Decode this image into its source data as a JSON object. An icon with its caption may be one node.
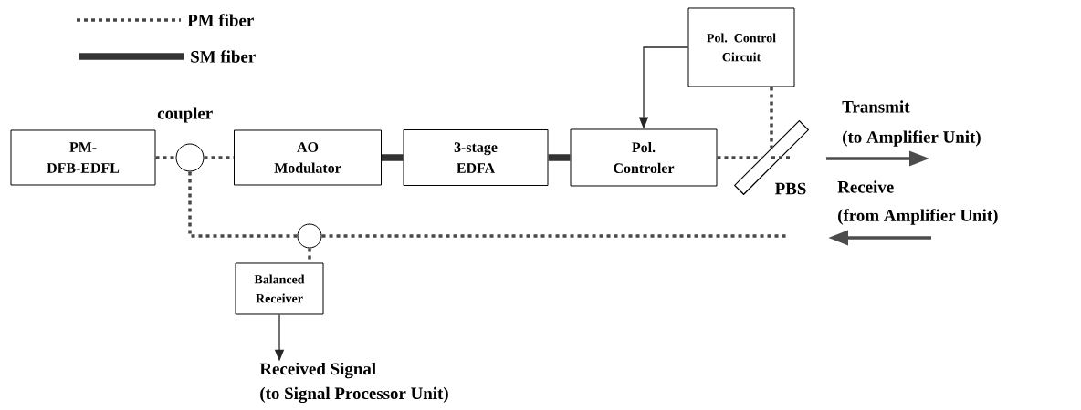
{
  "diagram": {
    "nodes": [
      {
        "text": [
          "PM- DFB-EDFL"
        ]
      },
      {
        "text": [],
        "shape": "circle"
      },
      {
        "text": [
          "AO Modulator"
        ]
      },
      {
        "text": [
          "3-stage EDFA"
        ]
      },
      {
        "text": [
          "Pol. Controler"
        ]
      },
      {
        "text": [
          "Pol. Control Circuit"
        ]
      },
      {
        "text": [],
        "shape": "bar",
        "beside": [
          "PBS"
        ]
      },
      {
        "text": [],
        "shape": "circle"
      },
      {
        "text": [
          "Balanced Receiver"
        ]
      },
      {
        "text": [
          "Received Signal",
          "(to Signal Processor Unit)"
        ]
      }
    ],
    "edges": [
      {
        "from": 0,
        "to": 1,
        "arrow": "none",
        "style": "dashed"
      },
      {
        "from": 1,
        "to": 2,
        "arrow": "none",
        "style": "dashed"
      },
      {
        "from": 2,
        "to": 3,
        "arrow": "none",
        "style": "thick"
      },
      {
        "from": 3,
        "to": 4,
        "arrow": "none",
        "style": "thick"
      },
      {
        "from": 4,
        "to": 6,
        "arrow": "none",
        "style": "dashed"
      },
      {
        "from": 5,
        "to": 6,
        "arrow": "none",
        "style": "dashed"
      },
      {
        "from": 5,
        "to": 4,
        "arrow": "to"
      },
      {
        "from": 1,
        "to": 7,
        "arrow": "none",
        "style": "dashed"
      },
      {
        "from": 7,
        "to": null,
        "arrow": "none",
        "style": "dashed"
      },
      {
        "from": 7,
        "to": 8,
        "arrow": "none",
        "style": "dashed"
      },
      {
        "from": 8,
        "to": 9,
        "arrow": "to"
      }
    ],
    "labels": [
      "coupler",
      "Transmit",
      "(to Amplifier Unit)",
      "Receive",
      "(from Amplifier Unit)"
    ],
    "legend": [
      {
        "text": "PM fiber"
      },
      {
        "text": "SM fiber"
      }
    ]
  }
}
